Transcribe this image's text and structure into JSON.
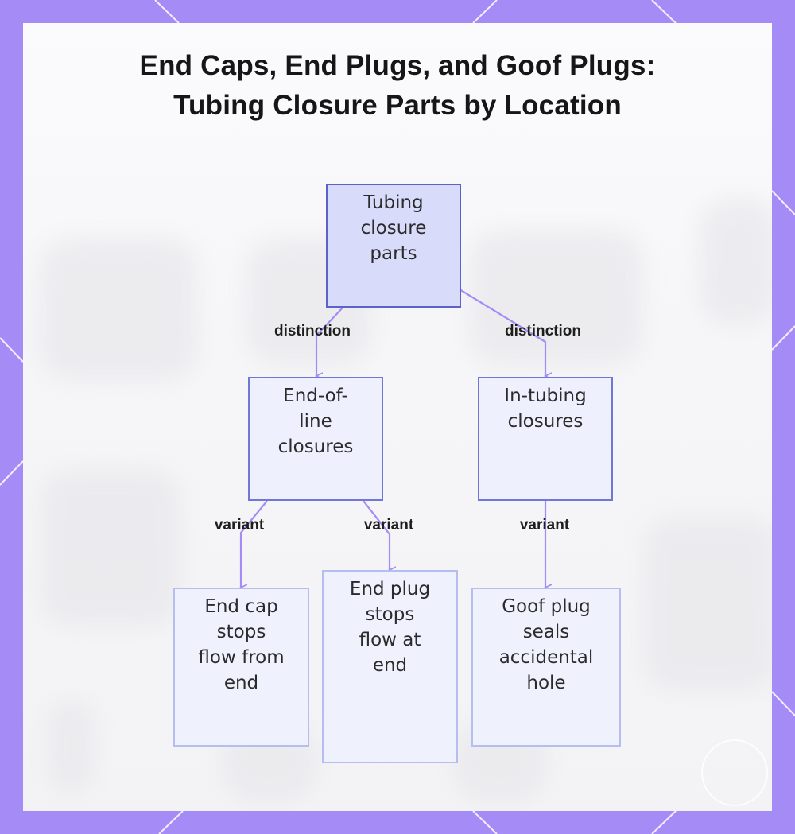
{
  "title_lines": [
    "End Caps, End Plugs, and Goof Plugs:",
    "Tubing Closure Parts by Location"
  ],
  "nodes": {
    "root": {
      "lines": [
        "Tubing",
        "closure",
        "parts"
      ]
    },
    "eol": {
      "lines": [
        "End-of-",
        "line",
        "closures"
      ]
    },
    "intube": {
      "lines": [
        "In-tubing",
        "closures"
      ]
    },
    "endcap": {
      "lines": [
        "End cap",
        "stops",
        "flow from",
        "end"
      ]
    },
    "endplug": {
      "lines": [
        "End plug",
        "stops",
        "flow at",
        "end"
      ]
    },
    "goof": {
      "lines": [
        "Goof plug",
        "seals",
        "accidental",
        "hole"
      ]
    }
  },
  "edge_labels": {
    "root_eol": "distinction",
    "root_intube": "distinction",
    "eol_endcap": "variant",
    "eol_endplug": "variant",
    "intube_goof": "variant"
  },
  "colors": {
    "frame": "#a48bf6",
    "edge": "#a48bf6",
    "node_border": "#6f78d6",
    "root_fill": "#d9dbfb",
    "node_fill": "#eef0fd"
  }
}
